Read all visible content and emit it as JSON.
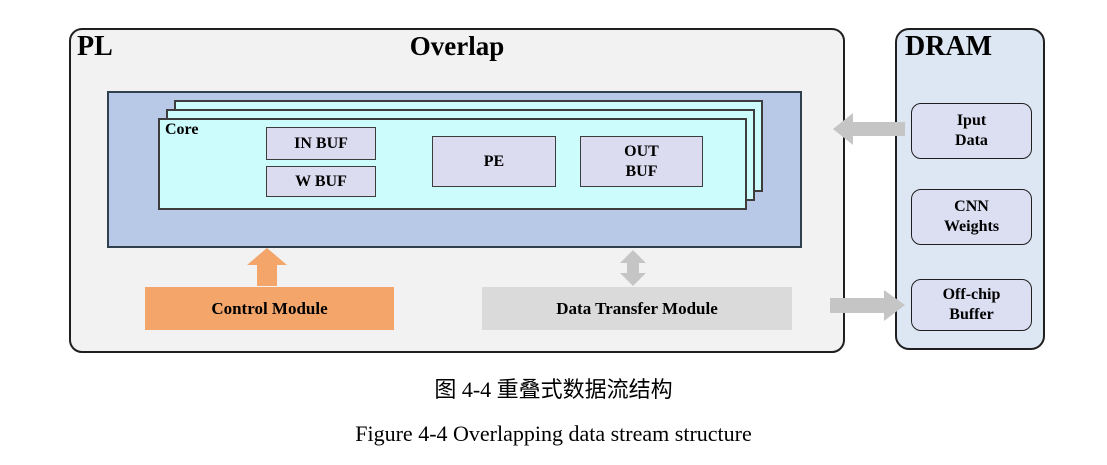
{
  "pl": {
    "label": "PL",
    "title": "Overlap",
    "core_stack": {
      "label": "Core",
      "buffers": [
        {
          "id": "in-buf",
          "lines": [
            "IN BUF"
          ]
        },
        {
          "id": "w-buf",
          "lines": [
            "W BUF"
          ]
        },
        {
          "id": "pe",
          "lines": [
            "PE"
          ]
        },
        {
          "id": "out-buf",
          "lines": [
            "OUT",
            "BUF"
          ]
        }
      ]
    },
    "modules": {
      "control": "Control Module",
      "data_transfer": "Data Transfer Module"
    }
  },
  "dram": {
    "label": "DRAM",
    "boxes": [
      {
        "lines": [
          "Iput",
          "Data"
        ]
      },
      {
        "lines": [
          "CNN",
          "Weights"
        ]
      },
      {
        "lines": [
          "Off-chip",
          "Buffer"
        ]
      }
    ]
  },
  "captions": {
    "zh": "图 4-4 重叠式数据流结构",
    "en": "Figure 4-4 Overlapping data stream structure"
  },
  "colors": {
    "pl_bg": "#f2f2f2",
    "panel_border": "#1f1f1f",
    "blue_container": "#b7c9e6",
    "blue_container_border": "#31404f",
    "core_cyan": "#cdfcfd",
    "core_border": "#3d3d3d",
    "buf_lavender": "#dcdcf0",
    "buf_border": "#3d3d3d",
    "dram_bg": "#dde7f4",
    "dram_box_bg": "#dcdff2",
    "dram_box_border": "#1f1f1f",
    "control_orange": "#f3a56a",
    "transfer_gray": "#dadada",
    "arrow_gray": "#c5c5c5",
    "text": "#000000"
  }
}
